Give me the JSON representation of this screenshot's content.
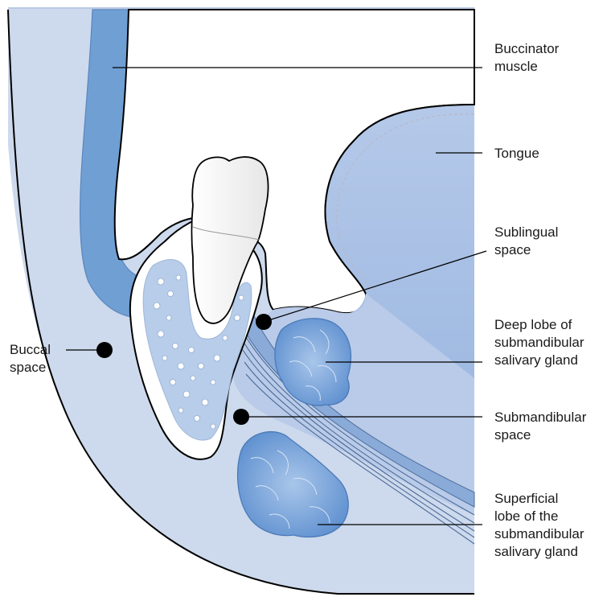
{
  "colors": {
    "soft_tissue": "#cdd9ec",
    "muscle": "#6f9fd3",
    "tongue": "#a9c0e4",
    "mylohyoid": "#8aaad8",
    "gland": "#7aa5d8",
    "bone": "#ffffff",
    "marrow": "#b7cde9",
    "tooth": "#f2f2f2",
    "outline": "#000000"
  },
  "labels": {
    "buccinator": [
      "Buccinator",
      "muscle"
    ],
    "tongue": [
      "Tongue"
    ],
    "sublingual": [
      "Sublingual",
      "space"
    ],
    "deep_lobe": [
      "Deep lobe of",
      "submandibular",
      "salivary gland"
    ],
    "submandibular_space": [
      "Submandibular",
      "space"
    ],
    "superficial_lobe": [
      "Superficial",
      "lobe of the",
      "submandibular",
      "salivary gland"
    ],
    "buccal": [
      "Buccal",
      "space"
    ]
  }
}
